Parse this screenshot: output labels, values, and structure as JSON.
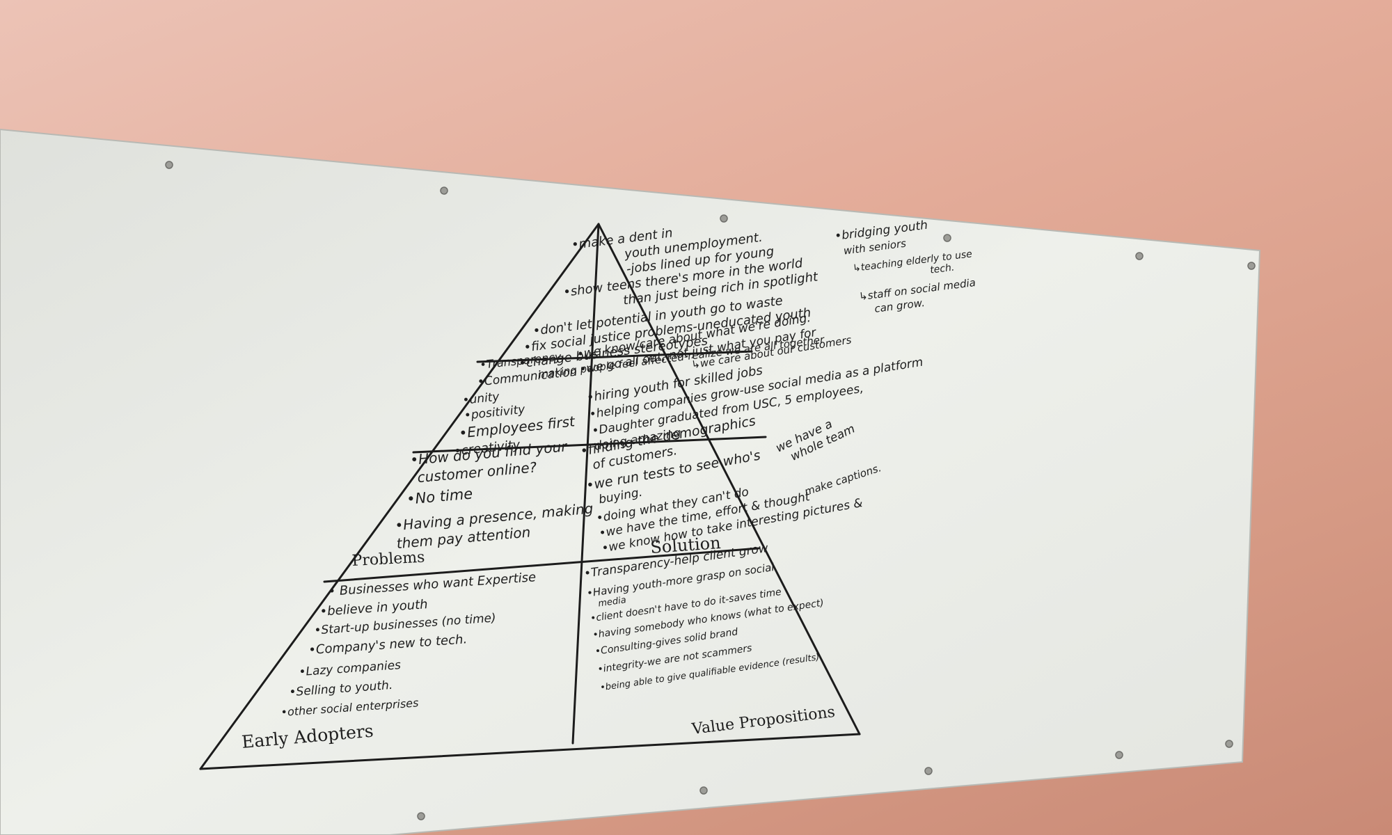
{
  "board": {
    "top": [
      "•make a dent in",
      "youth unemployment.",
      "-jobs lined up for young",
      "•show teens there's more in the world",
      "than just being rich in spotlight",
      "•don't let potential in youth go to waste",
      "•fix social justice problems-uneducated youth",
      "•change business stereotypes",
      "making people feel affected-realize we are all together"
    ],
    "top_right": [
      "•bridging youth",
      "with seniors",
      "↳teaching elderly to use",
      "tech.",
      "↳staff on social media",
      "can grow."
    ],
    "left_middle": [
      "•Transparency",
      "•Communication",
      "•unity",
      "•positivity",
      "•Employees first",
      "•creativity"
    ],
    "right_middle": [
      "•we know/care about what we're doing.",
      "•we go all out, not just what you pay for",
      "↳we care about our customers",
      "•hiring youth for skilled jobs",
      "•helping companies grow-use social media as a platform",
      "•Daughter graduated from USC, 5 employees,",
      "doing amazing"
    ],
    "problems": [
      "•How do you find your",
      "customer online?",
      "•No time",
      "•Having a presence, making",
      "them pay attention"
    ],
    "problems_label": "Problems",
    "solution": [
      "•finding the demographics",
      "of customers.",
      "•we run tests to see who's",
      "buying.",
      "•doing what they can't do",
      "•we have the time, effort & thought",
      "•we know how to take interesting pictures &",
      "make captions."
    ],
    "solution_aside": [
      "we have a",
      "whole team"
    ],
    "solution_label": "Solution",
    "early_adopters": [
      "• Businesses who want Expertise",
      "•believe in youth",
      "•Start-up businesses (no time)",
      "•Company's new to tech.",
      "•Lazy companies",
      "•Selling to youth.",
      "•other social enterprises"
    ],
    "early_adopters_label": "Early Adopters",
    "value_props": [
      "•Transparency-help client grow",
      "•Having youth-more grasp on social",
      "media",
      "•client doesn't have to do it-saves time",
      "•having somebody who knows (what to expect)",
      "•Consulting-gives solid brand",
      "•integrity-we are not scammers",
      "•being able to give qualifiable evidence (results)"
    ],
    "value_props_label": "Value Propositions"
  },
  "colors": {
    "wall": "#dba491",
    "board": "#e8eae4",
    "ink": "#1c1c1c"
  }
}
